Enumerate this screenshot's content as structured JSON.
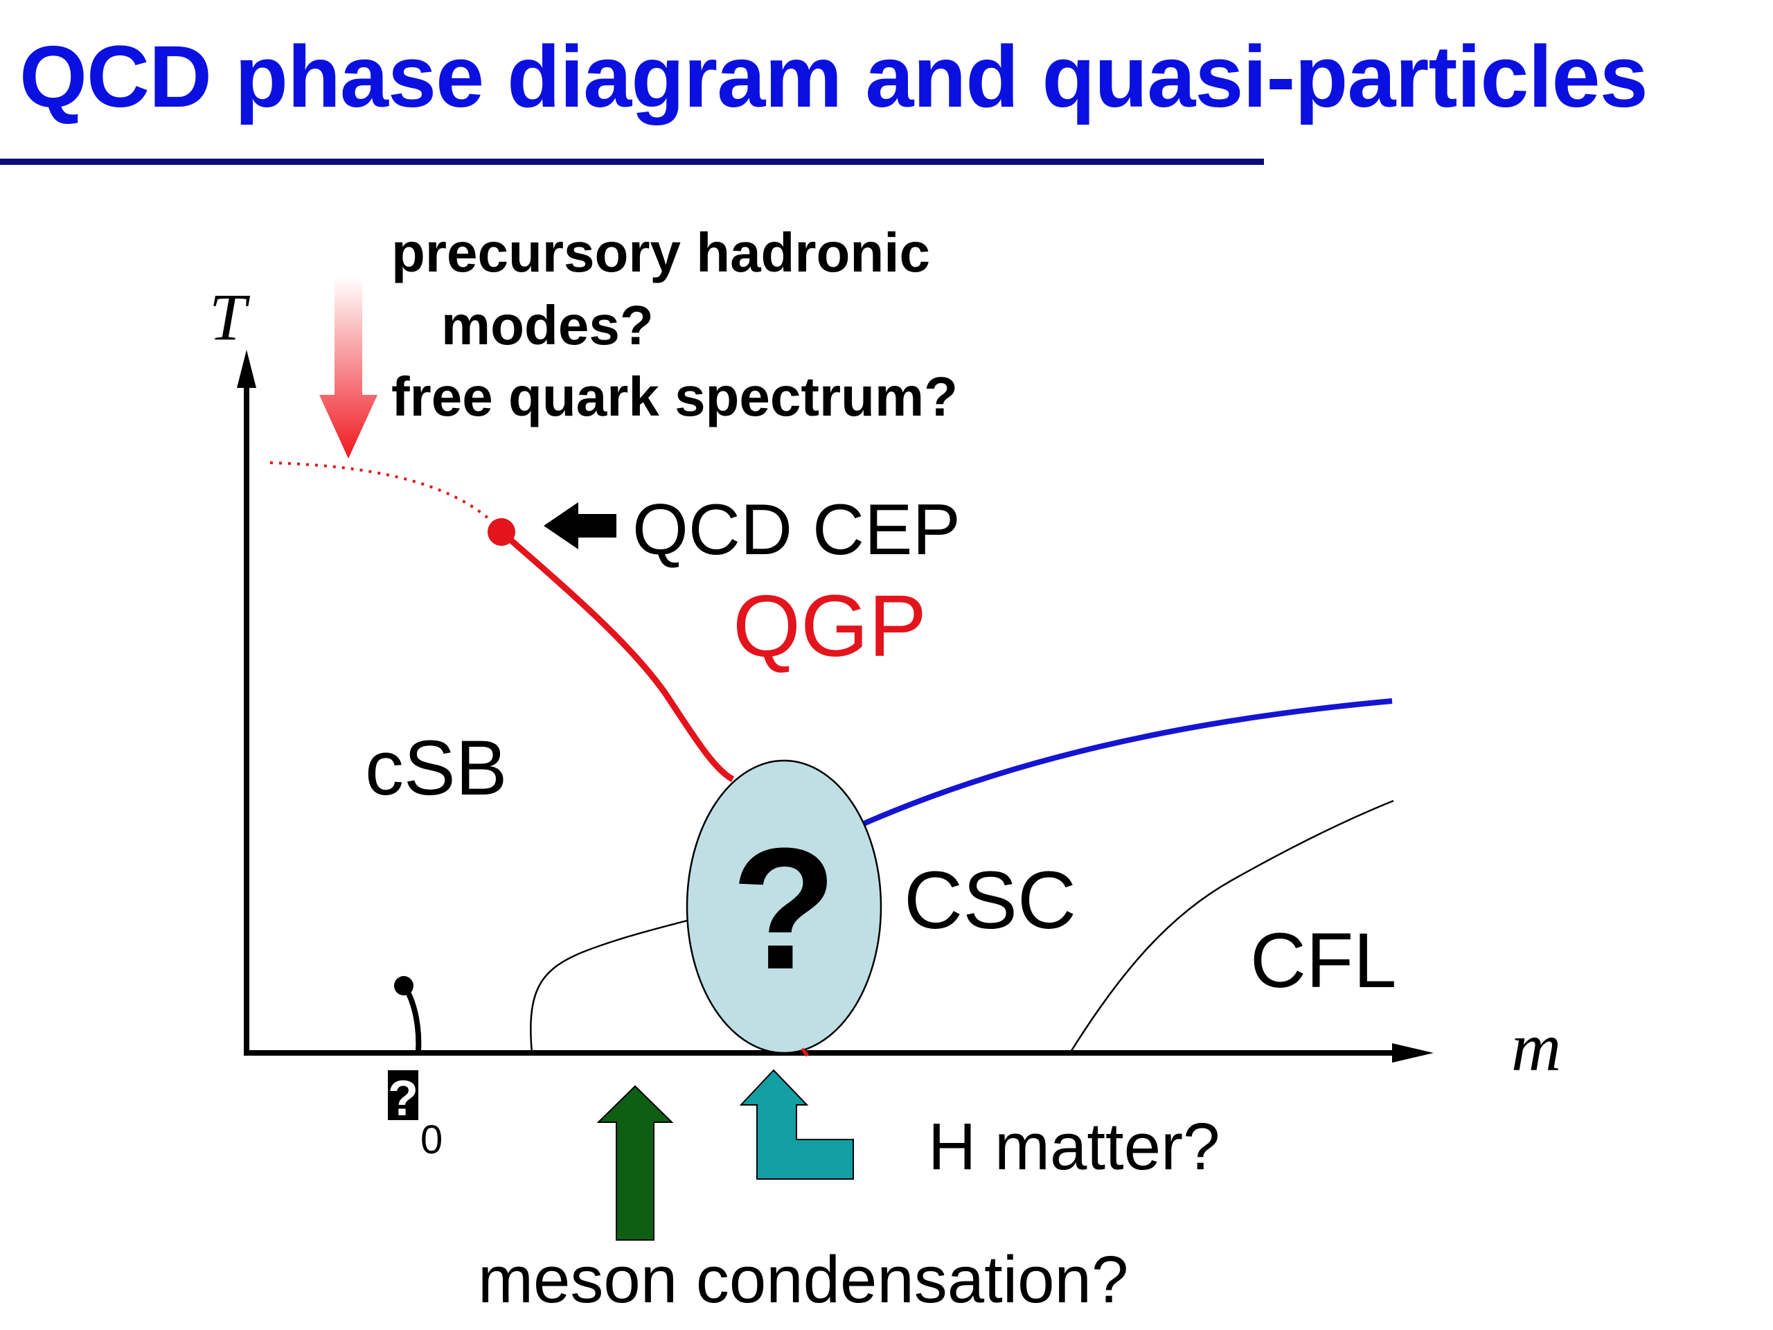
{
  "title": "QCD phase diagram and quasi-particles",
  "axes": {
    "y_label": "T",
    "x_label": "m",
    "origin_mark": "?",
    "origin_subscript": "0"
  },
  "annotations": {
    "precursory_line1": "precursory hadronic",
    "precursory_line2": "modes?",
    "free_quark": "free quark spectrum?",
    "cep": "QCD CEP",
    "qgp": "QGP",
    "csb": "cSB",
    "csc": "CSC",
    "cfl": "CFL",
    "unknown_region": "?",
    "h_matter": "H matter?",
    "meson_condensation": "meson condensation?"
  },
  "colors": {
    "title": "#0a10e0",
    "rule": "#0b0b7a",
    "qgp_line": "#e3141c",
    "csc_boundary": "#1414d2",
    "unknown_fill": "#bfdfe4",
    "meson_arrow": "#0e5e14",
    "h_matter_arrow": "#12a0a4",
    "cep_arrow": "#000000"
  }
}
